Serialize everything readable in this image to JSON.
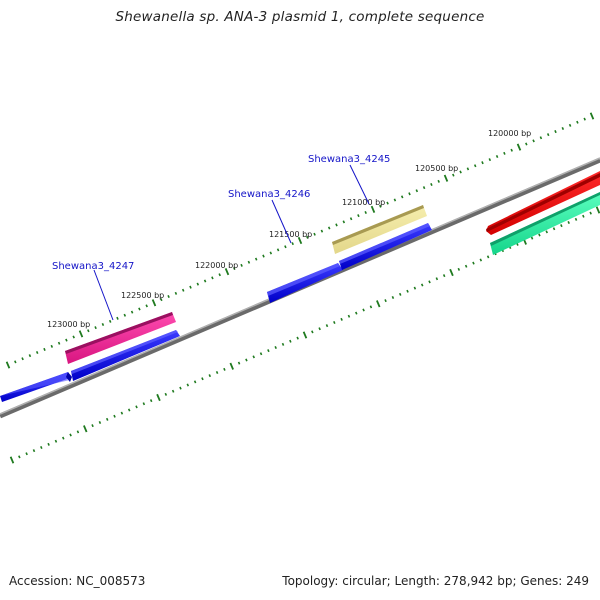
{
  "title": "Shewanella sp. ANA-3 plasmid 1, complete sequence",
  "footer": {
    "accession": "Accession: NC_008573",
    "summary": "Topology: circular; Length: 278,942 bp; Genes: 249"
  },
  "ruler_ticks": [
    "120000 bp",
    "120500 bp",
    "121000 bp",
    "121500 bp",
    "122000 bp",
    "122500 bp",
    "123000 bp"
  ],
  "gene_labels": [
    "Shewana3_4245",
    "Shewana3_4246",
    "Shewana3_4247"
  ],
  "colors": {
    "backbone": "#8c8c8c",
    "tick": "#1f7a1f",
    "forward_gene": "#1010e6",
    "gene_4245": "#ece39a",
    "gene_4247": "#ee1f8f",
    "red_gene": "#ee0000",
    "green_gene": "#1ee89a",
    "label_text": "#1515c8"
  }
}
